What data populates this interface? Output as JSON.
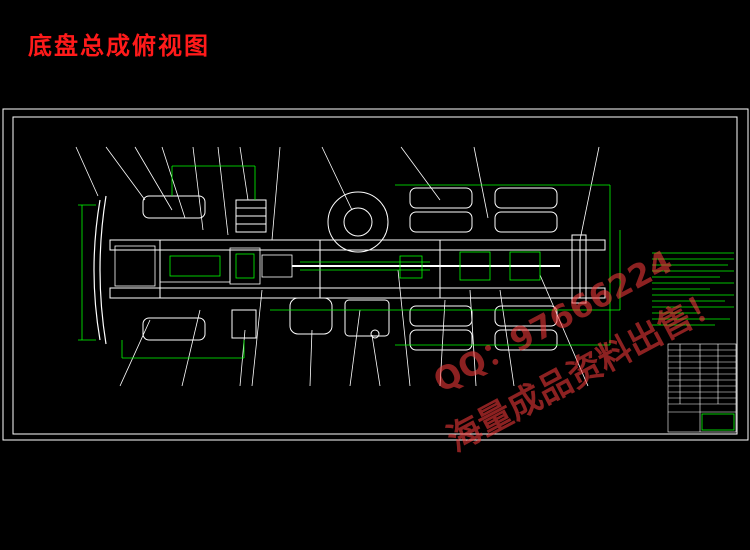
{
  "title": "底盘总成俯视图",
  "watermark": {
    "qq": "QQ：97666224",
    "text": "海量成品资料出售！"
  },
  "colors": {
    "background": "#000000",
    "title": "#ff1a1a",
    "frame": "#ffffff",
    "drawing_green": "#00ff00",
    "drawing_white": "#ffffff",
    "watermark": "#ff3c3c"
  }
}
